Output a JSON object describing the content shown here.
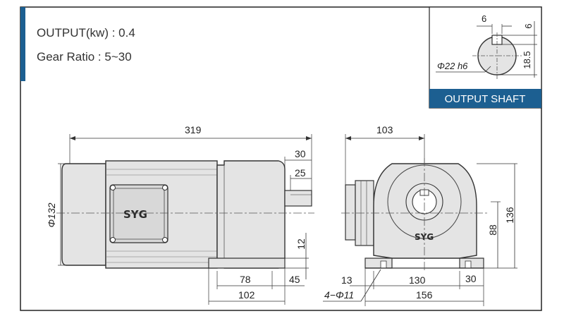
{
  "specs": {
    "output": "OUTPUT(kw) : 0.4",
    "ratio": "Gear Ratio : 5~30"
  },
  "output_shaft": {
    "title": "OUTPUT SHAFT",
    "key_width": "6",
    "key_depth": "6",
    "shaft_height": "18.5",
    "diameter": "Φ22 h6"
  },
  "side_view": {
    "total_length": "319",
    "shaft_length": "30",
    "key_length": "25",
    "motor_diameter": "Φ132",
    "foot_thickness": "12",
    "foot_inner": "78",
    "foot_offset": "45",
    "foot_outer": "102",
    "logo": "SYG"
  },
  "front_view": {
    "width": "103",
    "total_height": "136",
    "shaft_height": "88",
    "foot_edge": "13",
    "mount_inner": "130",
    "foot_width": "30",
    "mount_holes": "4−Φ11",
    "mount_outer": "156",
    "logo": "SYG"
  },
  "colors": {
    "accent": "#1c5f91",
    "body": "#e4e4e4",
    "outline": "#333333"
  }
}
